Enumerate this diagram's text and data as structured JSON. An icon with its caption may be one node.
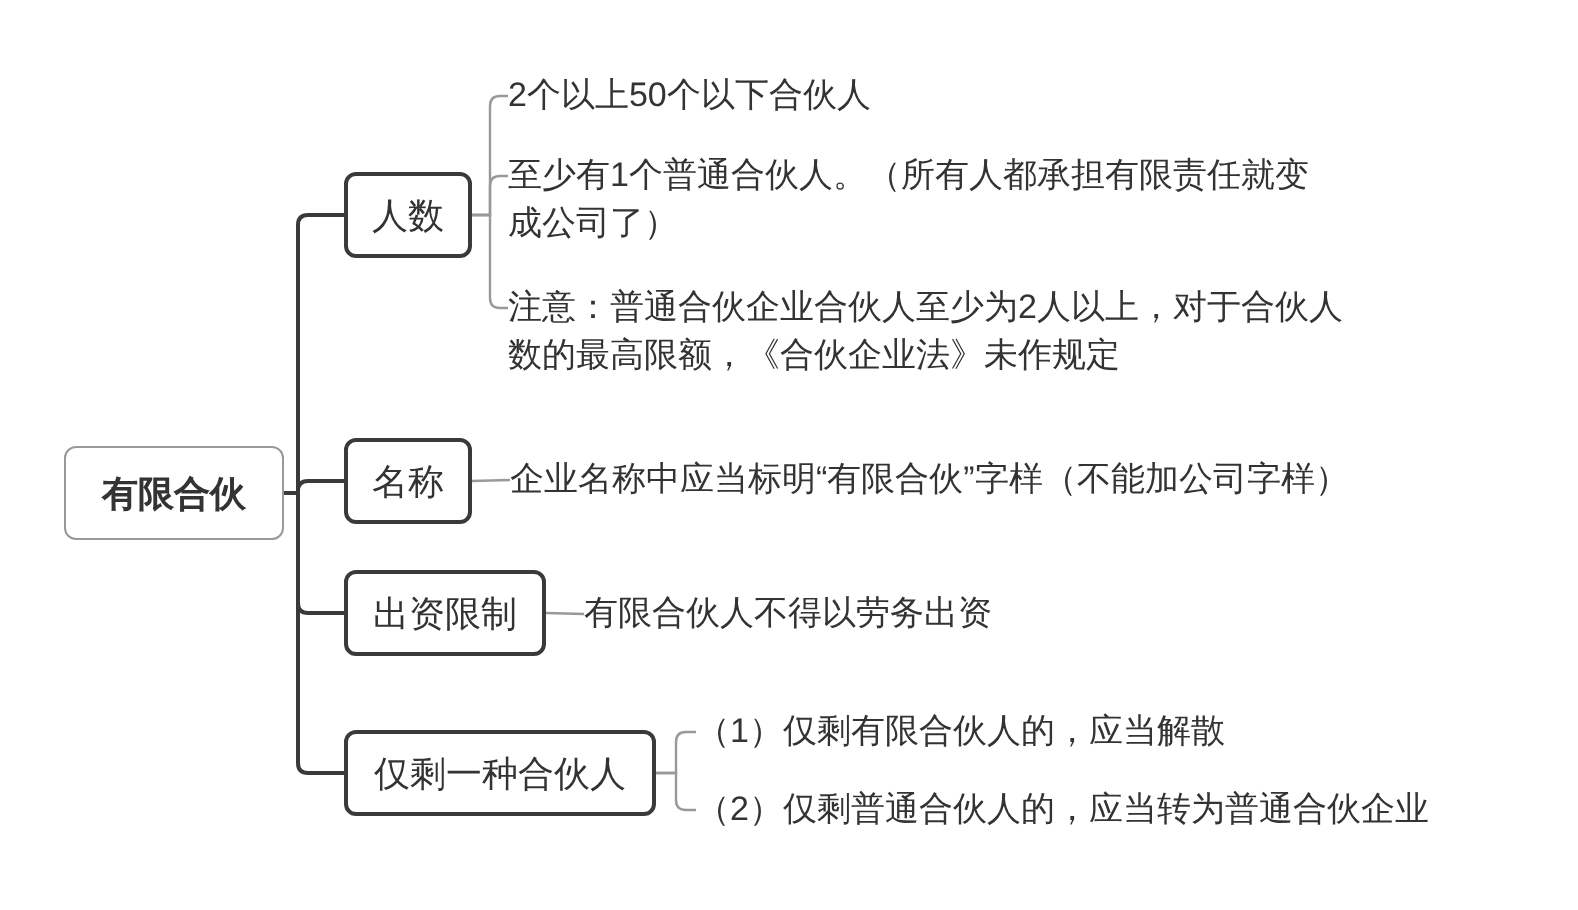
{
  "diagram": {
    "nodes": [
      {
        "text": [
          "有限合伙"
        ]
      },
      {
        "text": [
          "人数"
        ]
      },
      {
        "text": [
          "2个以上50个以下合伙人"
        ]
      },
      {
        "text": [
          "至少有1个普通合伙人。（所有人都承担有限责任就变成公司了）"
        ]
      },
      {
        "text": [
          "注意：普通合伙企业合伙人至少为2人以上，对于合伙人数的最高限额，《合伙企业法》未作规定"
        ]
      },
      {
        "text": [
          "名称"
        ]
      },
      {
        "text": [
          "企业名称中应当标明“有限合伙”字样（不能加公司字样）"
        ]
      },
      {
        "text": [
          "出资限制"
        ]
      },
      {
        "text": [
          "有限合伙人不得以劳务出资"
        ]
      },
      {
        "text": [
          "仅剩一种合伙人"
        ]
      },
      {
        "text": [
          "（1）仅剩有限合伙人的，应当解散"
        ]
      },
      {
        "text": [
          "（2）仅剩普通合伙人的，应当转为普通合伙企业"
        ]
      }
    ],
    "edges": [
      {
        "from": 0,
        "to": 1,
        "arrow": "none",
        "color": "#3a3a3a"
      },
      {
        "from": 0,
        "to": 5,
        "arrow": "none",
        "color": "#3a3a3a"
      },
      {
        "from": 0,
        "to": 7,
        "arrow": "none",
        "color": "#3a3a3a"
      },
      {
        "from": 0,
        "to": 9,
        "arrow": "none",
        "color": "#3a3a3a"
      },
      {
        "from": 1,
        "to": 2,
        "arrow": "none"
      },
      {
        "from": 1,
        "to": 3,
        "arrow": "none"
      },
      {
        "from": 1,
        "to": 4,
        "arrow": "none"
      },
      {
        "from": 5,
        "to": 6,
        "arrow": "none"
      },
      {
        "from": 7,
        "to": 8,
        "arrow": "none"
      },
      {
        "from": 9,
        "to": 10,
        "arrow": "none"
      },
      {
        "from": 9,
        "to": 11,
        "arrow": "none"
      }
    ]
  }
}
